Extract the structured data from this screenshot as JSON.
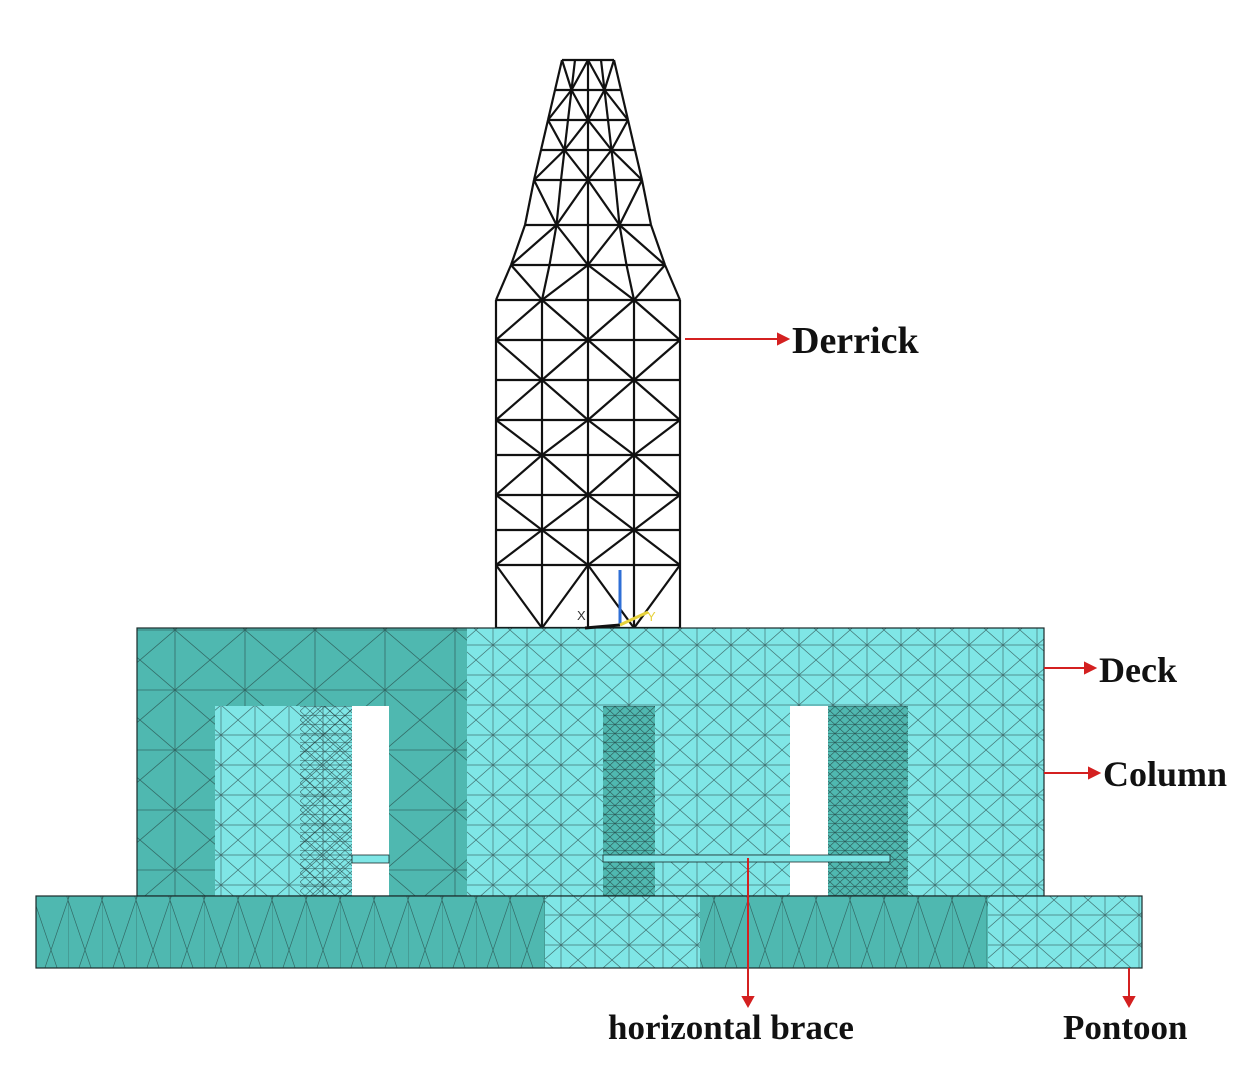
{
  "labels": {
    "derrick": "Derrick",
    "deck": "Deck",
    "column": "Column",
    "horizontal_brace": "horizontal brace",
    "pontoon": "Pontoon"
  },
  "triad": {
    "x": "X",
    "y": "Y"
  },
  "colors": {
    "mesh_light": "#7fe6e6",
    "mesh_dark": "#4fb8b0",
    "mesh_line": "#1a2a2a",
    "derrick_line": "#111111",
    "leader_line": "#d42020",
    "triad_blue": "#2f6fd6",
    "triad_yellow": "#e6d23c"
  }
}
